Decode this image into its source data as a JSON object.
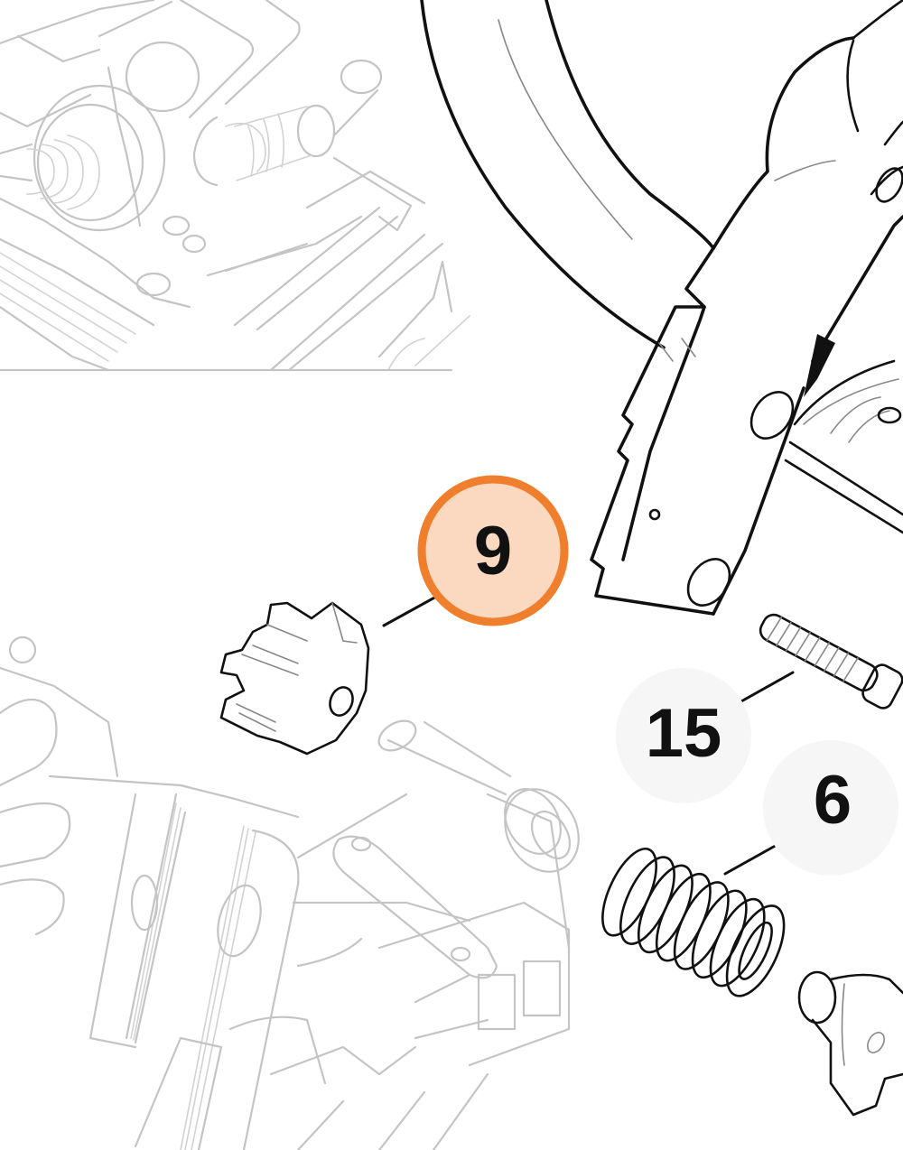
{
  "diagram": {
    "type": "exploded-parts-view",
    "background": "#ffffff",
    "highlight_color": "#ef7f2d",
    "highlight_fill": "#fbd8c0",
    "callouts": [
      {
        "id": "callout-9",
        "label": "9",
        "highlighted": true,
        "part": "cog-nut"
      },
      {
        "id": "callout-15",
        "label": "15",
        "highlighted": false,
        "part": "screw"
      },
      {
        "id": "callout-6",
        "label": "6",
        "highlighted": false,
        "part": "compression-spring"
      }
    ]
  }
}
